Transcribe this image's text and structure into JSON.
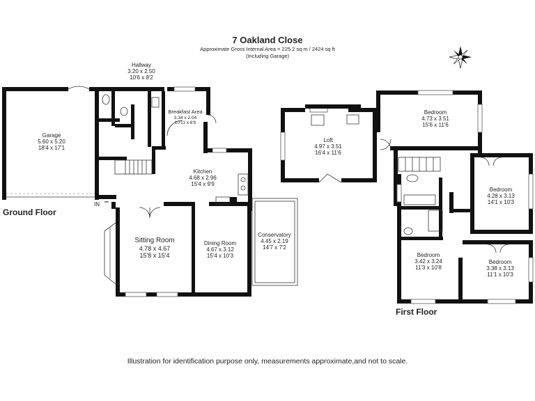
{
  "header": {
    "title": "7 Oakland Close",
    "subtitle_line1": "Approximate Gross Internal Area = 225.2 sq m / 2424 sq ft",
    "subtitle_line2": "(Including Garage)"
  },
  "floors": {
    "ground": "Ground Floor",
    "first": "First Floor"
  },
  "entrance_label": "IN",
  "rooms": {
    "hallway": {
      "name": "Hallway",
      "metric": "3.20 x 2.50",
      "imperial": "10'6 x 8'2"
    },
    "garage": {
      "name": "Garage",
      "metric": "5.60 x 5.20",
      "imperial": "18'4 x 17'1"
    },
    "breakfast": {
      "name": "Breakfast Area",
      "metric": "3.34 x 2.04",
      "imperial": "10'11 x 6'8"
    },
    "kitchen": {
      "name": "Kitchen",
      "metric": "4.68 x 2.96",
      "imperial": "15'4 x 9'9"
    },
    "sitting": {
      "name": "Sitting Room",
      "metric": "4.78 x 4.67",
      "imperial": "15'8 x 15'4"
    },
    "dining": {
      "name": "Dining Room",
      "metric": "4.67 x 3.12",
      "imperial": "15'4 x 10'3"
    },
    "conservatory": {
      "name": "Conservatory",
      "metric": "4.45 x 2.19",
      "imperial": "14'7 x 7'2"
    },
    "loft": {
      "name": "Loft",
      "metric": "4.97 x 3.51",
      "imperial": "16'4 x 11'6"
    },
    "bedroom1": {
      "name": "Bedroom",
      "metric": "4.73 x 3.51",
      "imperial": "15'6 x 11'6"
    },
    "bedroom2": {
      "name": "Bedroom",
      "metric": "4.28 x 3.13",
      "imperial": "14'1 x 10'3"
    },
    "bedroom3": {
      "name": "Bedroom",
      "metric": "3.42 x 3.24",
      "imperial": "11'3 x 10'8"
    },
    "bedroom4": {
      "name": "Bedroom",
      "metric": "3.38 x 3.13",
      "imperial": "11'1 x 10'3"
    }
  },
  "compass_icon": "compass-rose-icon",
  "footer": {
    "disclaimer": "Illustration for identification purpose only, measurements approximate,and not to scale."
  }
}
